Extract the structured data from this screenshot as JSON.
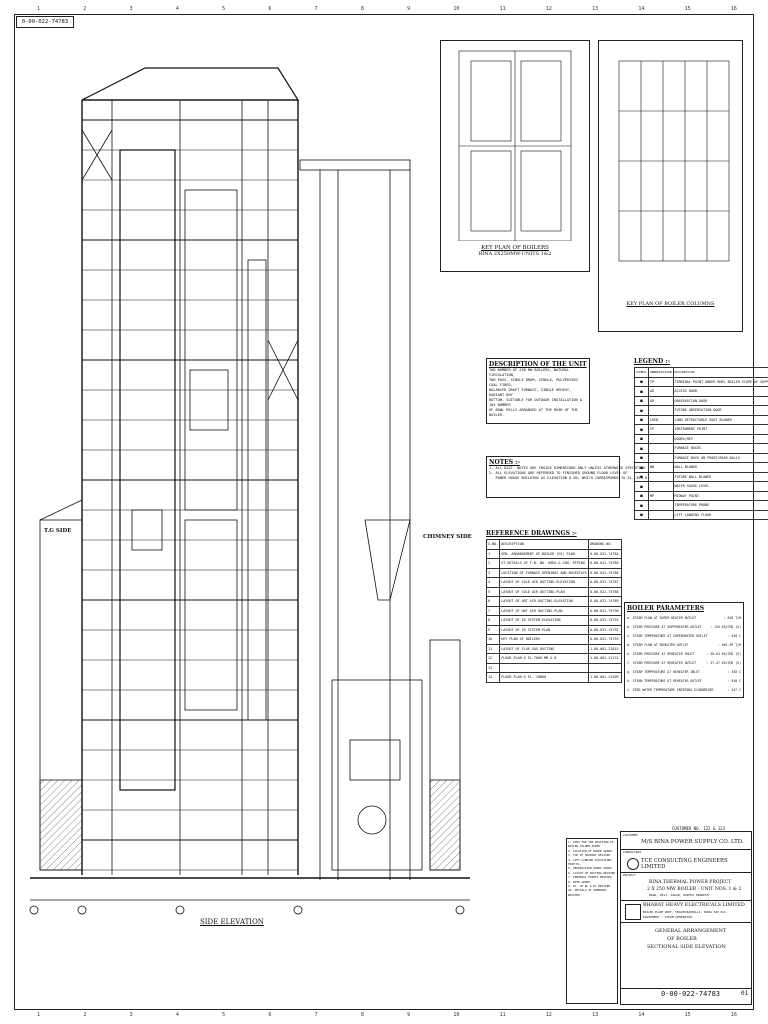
{
  "drawing_number_top": "0-00-022-74783",
  "border": {
    "columns": [
      "1",
      "2",
      "3",
      "4",
      "5",
      "6",
      "7",
      "8",
      "9",
      "10",
      "11",
      "12",
      "13",
      "14",
      "15",
      "16"
    ]
  },
  "elevation": {
    "caption": "SIDE ELEVATION",
    "chimney_label": "CHIMNEY SIDE",
    "td_label": "T.G SIDE"
  },
  "key_plan_boilers": {
    "title": "KEY PLAN OF BOILERS",
    "subtitle": "BINA 2X250MW-UNITS 1&2"
  },
  "key_plan_columns": {
    "title": "KEY PLAN OF BOILER COLUMNS"
  },
  "description": {
    "title": "DESCRIPTION OF THE UNIT",
    "lines": [
      "TWO NUMBER OF 250 MW BOILERS, NATURAL CIRCULATION,",
      "TWO PASS, SINGLE DRUM, SINGLE, PULVERISED COAL FIRED,",
      "BALANCED DRAFT FURNACE, SINGLE REHEAT, RADIANT DRY",
      "BOTTOM, SUITABLE FOR OUTDOOR INSTALLATION & 104 NUMBER",
      "OF BOWL MILLS ARRANGED AT THE REAR OF THE BOILER."
    ]
  },
  "notes": {
    "title": "NOTES :-",
    "lines": [
      "1. ALL DIST. NOTES ARE INSIDE DIMENSIONS ONLY UNLESS OTHERWISE SPECIFIED",
      "2. ALL ELEVATIONS ARE REFERRED TO FINISHED GROUND FLOOR LEVEL OF",
      "   POWER HOUSE BUILDING AS ELEVATION 0.00, WHICH CORRESPONDS TO EL. 399.0"
    ]
  },
  "reference": {
    "title": "REFERENCE DRAWINGS :-",
    "headers": [
      "S.NO.",
      "DESCRIPTION",
      "DRAWING NO."
    ],
    "rows": [
      [
        "1",
        "GEN. ARRANGEMENT OF BOILER (GS) PLAN",
        "0-00-022-74784"
      ],
      [
        "2",
        "GT DETAILS OF F.N. NO. AREA & CON. PIPING",
        "0-00-022-74785"
      ],
      [
        "3",
        "LOCATION OF FURNACE OPENINGS AND BUCKSTAYS",
        "0-00-022-74786"
      ],
      [
        "4",
        "LAYOUT OF COLD AIR DUCTING-ELEVATION",
        "0-00-022-74787"
      ],
      [
        "5",
        "LAYOUT OF COLD AIR DUCTING-PLAN",
        "0-00-022-74788"
      ],
      [
        "6",
        "LAYOUT OF HOT AIR DUCTING-ELEVATION",
        "0-00-022-74789"
      ],
      [
        "7",
        "LAYOUT OF HOT AIR DUCTING-PLAN",
        "0-00-022-74790"
      ],
      [
        "8",
        "LAYOUT OF ID SYSTEM-ELEVATION",
        "0-00-022-74791"
      ],
      [
        "9",
        "LAYOUT OF ID SYSTEM-PLAN",
        "0-00-022-74792"
      ],
      [
        "10",
        "KEY PLAN OF BOILERS",
        "0-00-022-74793"
      ],
      [
        "11",
        "LAYOUT OF FLUE GAS DUCTING",
        "1-00-001-21015"
      ],
      [
        "12",
        "FLOOR PLAN @ EL.7000 MM & 0",
        "1-00-001-21131"
      ],
      [
        "13",
        "",
        ""
      ],
      [
        "14",
        "FLOOR PLAN @ EL. 18860",
        "1-00-001-21209"
      ]
    ]
  },
  "legend": {
    "title": "LEGEND :-",
    "headers": [
      "SYMBOL",
      "ABBREVIATION",
      "DESCRIPTION"
    ],
    "rows": [
      [
        "TP",
        "TERMINAL POINT UNDER BHEL BOILER SCOPE OF SUPPLY"
      ],
      [
        "AD",
        "ACCESS DOOR"
      ],
      [
        "OD",
        "OBSERVATION DOOR"
      ],
      [
        "",
        "FUTURE OBSERVATION DOOR"
      ],
      [
        "LRSB",
        "LONG RETRACTABLE SOOT BLOWER"
      ],
      [
        "IP",
        "INSTRUMENT POINT"
      ],
      [
        "",
        "DOORS/HEY"
      ],
      [
        "",
        "FURNACE BUCKS"
      ],
      [
        "",
        "FURNACE BUCK ON FRONT/REAR WALLS"
      ],
      [
        "WB",
        "WALL BLOWER"
      ],
      [
        "",
        "FUTURE WALL BLOWER"
      ],
      [
        "",
        "WATER GAUGE LEVEL"
      ],
      [
        "MP",
        "MIDWAY POINT"
      ],
      [
        "",
        "TEMPERATURE PROBE"
      ],
      [
        "",
        "LIFT LANDING FLOOR"
      ]
    ]
  },
  "parameters": {
    "title": "BOILER PARAMETERS",
    "rows": [
      [
        "a. STEAM FLOW AT SUPER HEATER OUTLET",
        ": 810 T/H"
      ],
      [
        "b. STEAM PRESSURE AT SUPERHEATER OUTLET",
        ": 155 KG/CM2 (G)"
      ],
      [
        "c. STEAM TEMPERATURE AT SUPERHEATER OUTLET",
        ": 540 C"
      ],
      [
        "d. STEAM FLOW AT REHEATER OUTLET",
        ": 661.99 T/H"
      ],
      [
        "e. STEAM PRESSURE AT REHEATER INLET",
        ": 38.64 KG/CM2 (G)"
      ],
      [
        "f. STEAM PRESSURE AT REHEATER OUTLET",
        ": 37.47 KG/CM2 (G)"
      ],
      [
        "g. STEAM TEMPERATURE AT REHEATER INLET",
        ": 340 C"
      ],
      [
        "h. STEAM TEMPERATURE AT REHEATER OUTLET",
        ": 540 C"
      ],
      [
        "i. FEED WATER TEMPERATURE ENTERING ECONOMISER",
        ": 247 C"
      ]
    ]
  },
  "title_block": {
    "customer_no": "CUSTOMER NO. 122 & 123",
    "customer_label": "CUSTOMER",
    "customer": "M/S BINA POWER SUPPLY CO. LTD.",
    "consultant_label": "CONSULTANT",
    "consultant": "TCE CONSULTING ENGINEERS LIMITED",
    "project_label": "PROJECT",
    "project_1": "BINA THERMAL POWER PROJECT",
    "project_2": "2 X 250 MW BOILER - UNIT NOS. 1 & 2",
    "project_3": "BINA, DIST. SAGAR, MADHYA PRADESH",
    "company": "BHARAT HEAVY ELECTRICALS LIMITED",
    "company_sub": "BOILER PLANT UNIT, TIRUCHIRAPPALLI, INDIA 620 014",
    "equipment": "EQUIPMENT : STEAM GENERATOR",
    "drawing_title_1": "GENERAL ARRANGEMENT",
    "drawing_title_2": "OF BOILER",
    "drawing_title_3": "SECTIONAL SIDE ELEVATION",
    "drawing_no": "0-00-022-74783",
    "revision": "01"
  },
  "revisions": [
    "1. DIMS FOR THE POSITION OF BOILER COLUMN ADDED",
    "2. LOCATION OF BRAKE ADDED",
    "3. TOP OF SUPPORT REVISED",
    "4. LIFT LANDING ELEVATIONS FROM EL.",
    "5. OBSERVATION DOORS ADDED",
    "6. LAYOUT OF DUCTING REVISED",
    "7. TERMINAL POINTS REVISED",
    "8. NOTE ADDED",
    "9. EL. OF RL & EL REVISED",
    "10. DETAILS OF OPENINGS REVISED"
  ],
  "colors": {
    "ink": "#111111",
    "paper": "#ffffff"
  }
}
